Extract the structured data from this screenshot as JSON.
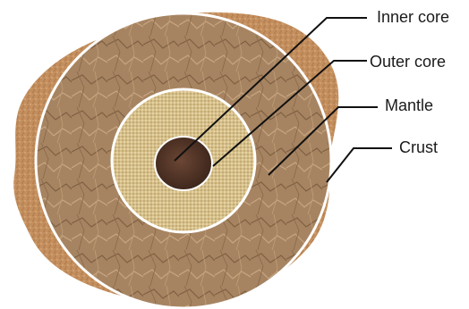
{
  "labels": {
    "inner_core": "Inner core",
    "outer_core": "Outer core",
    "mantle": "Mantle",
    "crust": "Crust"
  },
  "colors": {
    "crust": "#c48f5e",
    "mantle": "#a78461",
    "outer_core": "#d6c08c",
    "inner_core": "#4a2f22",
    "ring": "#ffffff",
    "leader_line": "#111111"
  }
}
